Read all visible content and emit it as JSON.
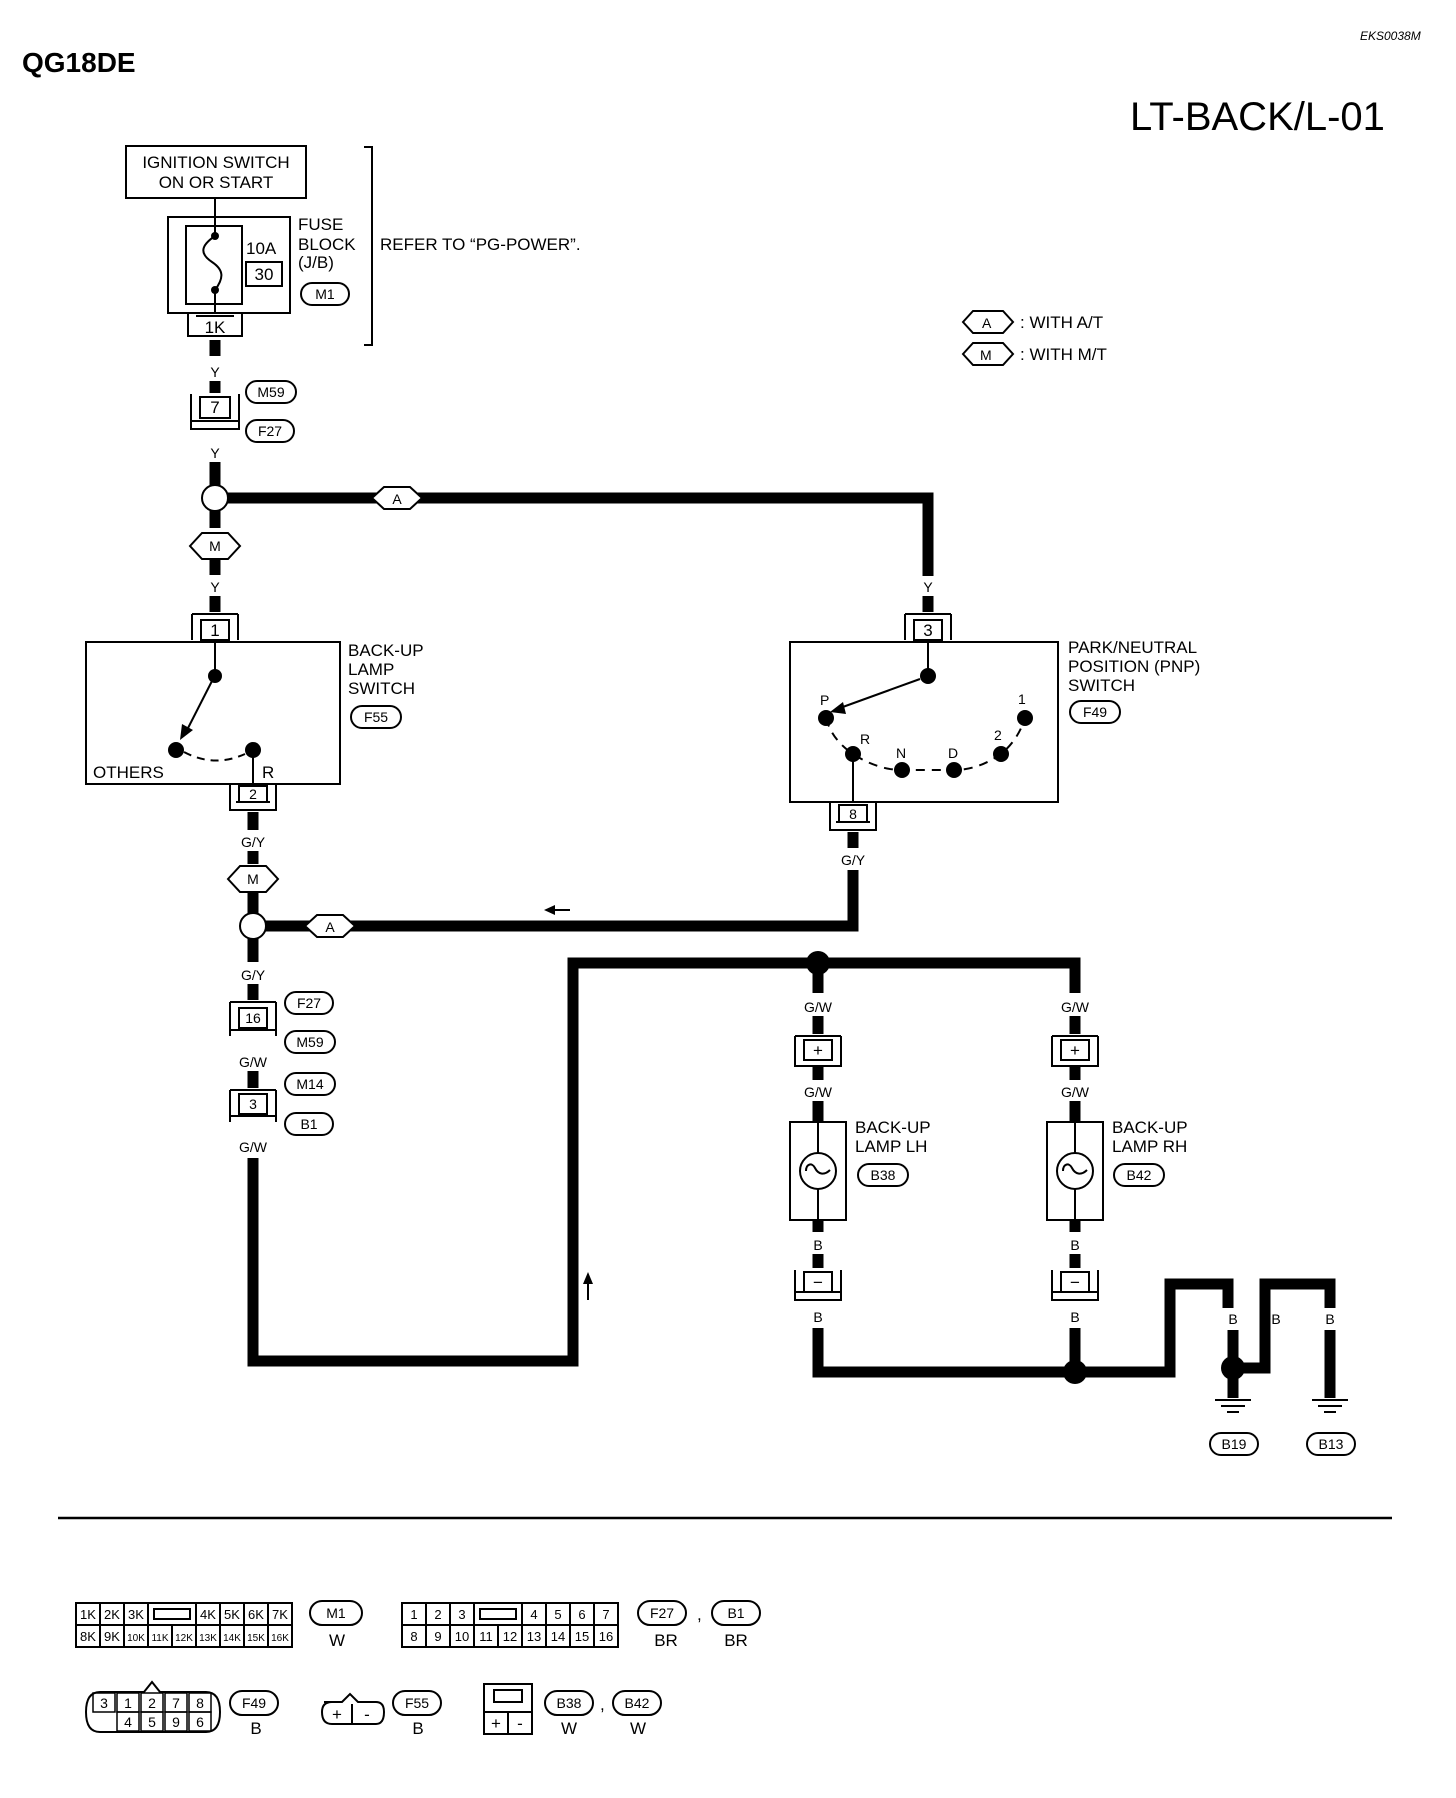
{
  "header": {
    "engine": "QG18DE",
    "doc_ref": "EKS0038M",
    "diagram_code": "LT-BACK/L-01"
  },
  "legend": {
    "at_symbol": "A",
    "at_text": ": WITH A/T",
    "mt_symbol": "M",
    "mt_text": ": WITH M/T"
  },
  "power": {
    "ignition_line1": "IGNITION SWITCH",
    "ignition_line2": "ON OR START",
    "fuse_amp": "10A",
    "fuse_no": "30",
    "fuse_block_l1": "FUSE",
    "fuse_block_l2": "BLOCK",
    "fuse_block_l3": "(J/B)",
    "fuse_block_conn": "M1",
    "fuse_terminal": "1K",
    "refer": "REFER TO “PG-POWER”."
  },
  "connectors": {
    "m59_top_pin": "7",
    "m59_top_conn": "M59",
    "f27_top_conn": "F27",
    "f27_mid_pin": "16",
    "f27_mid_conn": "F27",
    "m59_mid_conn": "M59",
    "m14_pin": "3",
    "m14_conn": "M14",
    "b1_conn": "B1"
  },
  "wires": {
    "y": "Y",
    "gy": "G/Y",
    "gw": "G/W",
    "b": "B"
  },
  "backup_switch": {
    "line1": "BACK-UP",
    "line2": "LAMP",
    "line3": "SWITCH",
    "conn": "F55",
    "pin_in": "1",
    "pin_out": "2",
    "others": "OTHERS",
    "r": "R"
  },
  "pnp_switch": {
    "line1": "PARK/NEUTRAL",
    "line2": "POSITION (PNP)",
    "line3": "SWITCH",
    "conn": "F49",
    "pin_in": "3",
    "pin_out": "8",
    "p": "P",
    "r": "R",
    "n": "N",
    "d": "D",
    "two": "2",
    "one": "1"
  },
  "lamps": {
    "lh_line1": "BACK-UP",
    "lh_line2": "LAMP LH",
    "lh_conn": "B38",
    "rh_line1": "BACK-UP",
    "rh_line2": "LAMP RH",
    "rh_conn": "B42",
    "plus": "+",
    "minus": "−"
  },
  "grounds": {
    "g1": "B19",
    "g2": "B13"
  },
  "connector_views": {
    "m1_top": [
      "1K",
      "2K",
      "3K",
      "",
      "4K",
      "5K",
      "6K",
      "7K"
    ],
    "m1_bottom": [
      "8K",
      "9K",
      "10K",
      "11K",
      "12K",
      "13K",
      "14K",
      "15K",
      "16K"
    ],
    "m1_conn": "M1",
    "m1_color": "W",
    "f27_top": [
      "1",
      "2",
      "3",
      "",
      "4",
      "5",
      "6",
      "7"
    ],
    "f27_bottom": [
      "8",
      "9",
      "10",
      "11",
      "12",
      "13",
      "14",
      "15",
      "16"
    ],
    "f27_conn": "F27",
    "f27_sep": ",",
    "b1_conn": "B1",
    "f27_color": "BR",
    "b1_color": "BR",
    "f49_top": [
      "3",
      "1",
      "2",
      "7",
      "8"
    ],
    "f49_bottom": [
      "4",
      "5",
      "9",
      "6"
    ],
    "f49_conn": "F49",
    "f49_color": "B",
    "f55_left": "+",
    "f55_right": "-",
    "f55_conn": "F55",
    "f55_color": "B",
    "lamp_left": "+",
    "lamp_right": "-",
    "b38_conn": "B38",
    "b38_sep": ",",
    "b42_conn": "B42",
    "b38_color": "W",
    "b42_color": "W"
  }
}
